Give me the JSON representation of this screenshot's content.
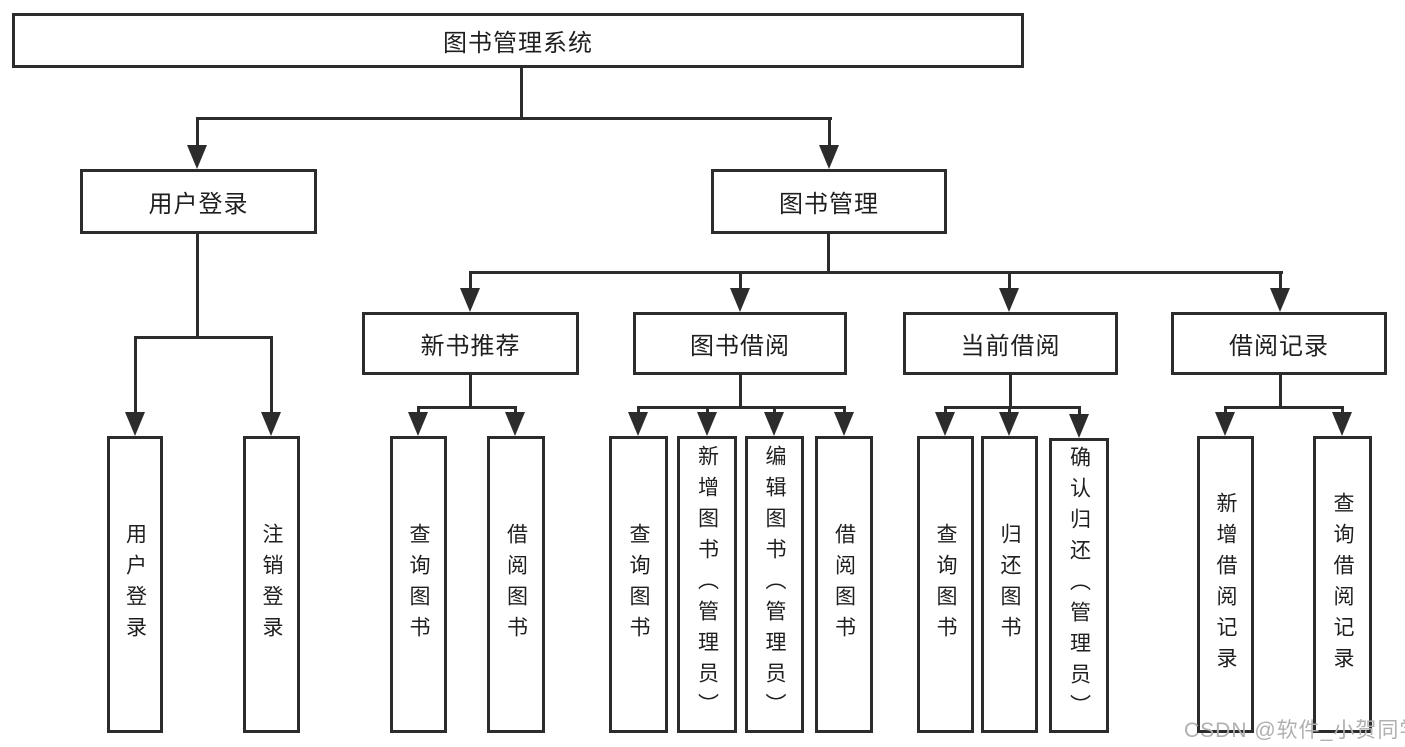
{
  "colors": {
    "line": "#2c2c2c",
    "box_background": "#ffffff",
    "text": "#1f1f1f",
    "watermark": "#b0b0b0"
  },
  "watermark": {
    "text": "CSDN @软件_小贺同学"
  },
  "tree": {
    "root": "图书管理系统",
    "branches": [
      {
        "label": "用户登录",
        "leaves": [
          "用户登录",
          "注销登录"
        ]
      },
      {
        "label": "图书管理",
        "children": [
          {
            "label": "新书推荐",
            "leaves": [
              "查询图书",
              "借阅图书"
            ]
          },
          {
            "label": "图书借阅",
            "leaves": [
              "查询图书",
              "新增图书（管理员）",
              "编辑图书（管理员）",
              "借阅图书"
            ]
          },
          {
            "label": "当前借阅",
            "leaves": [
              "查询图书",
              "归还图书",
              "确认归还（管理员）"
            ]
          },
          {
            "label": "借阅记录",
            "leaves": [
              "新增借阅记录",
              "查询借阅记录"
            ]
          }
        ]
      }
    ]
  }
}
